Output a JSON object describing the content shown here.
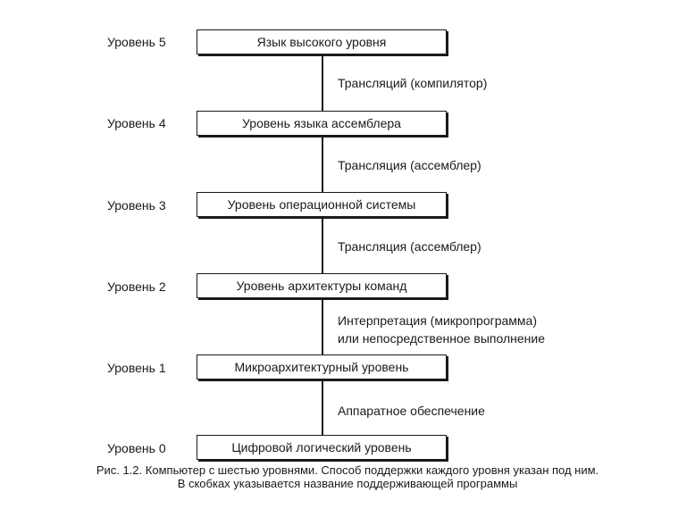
{
  "levels": [
    {
      "label": "Уровень 5",
      "box": "Язык высокого уровня"
    },
    {
      "label": "Уровень 4",
      "box": "Уровень языка ассемблера"
    },
    {
      "label": "Уровень 3",
      "box": "Уровень операционной системы"
    },
    {
      "label": "Уровень 2",
      "box": "Уровень архитектуры команд"
    },
    {
      "label": "Уровень 1",
      "box": "Микроархитектурный уровень"
    },
    {
      "label": "Уровень 0",
      "box": "Цифровой логический уровень"
    }
  ],
  "connectors": [
    {
      "lines": [
        "Трансляций (компилятор)"
      ]
    },
    {
      "lines": [
        "Трансляция (ассемблер)"
      ]
    },
    {
      "lines": [
        "Трансляция (ассемблер)"
      ]
    },
    {
      "lines": [
        "Интерпретация (микропрограмма)",
        "или непосредственное выполнение"
      ]
    },
    {
      "lines": [
        "Аппаратное обеспечение"
      ]
    }
  ],
  "caption": {
    "line1": "Рис. 1.2. Компьютер с шестью уровнями. Способ поддержки каждого уровня указан под ним.",
    "line2": "В скобках указывается название поддерживающей программы"
  }
}
